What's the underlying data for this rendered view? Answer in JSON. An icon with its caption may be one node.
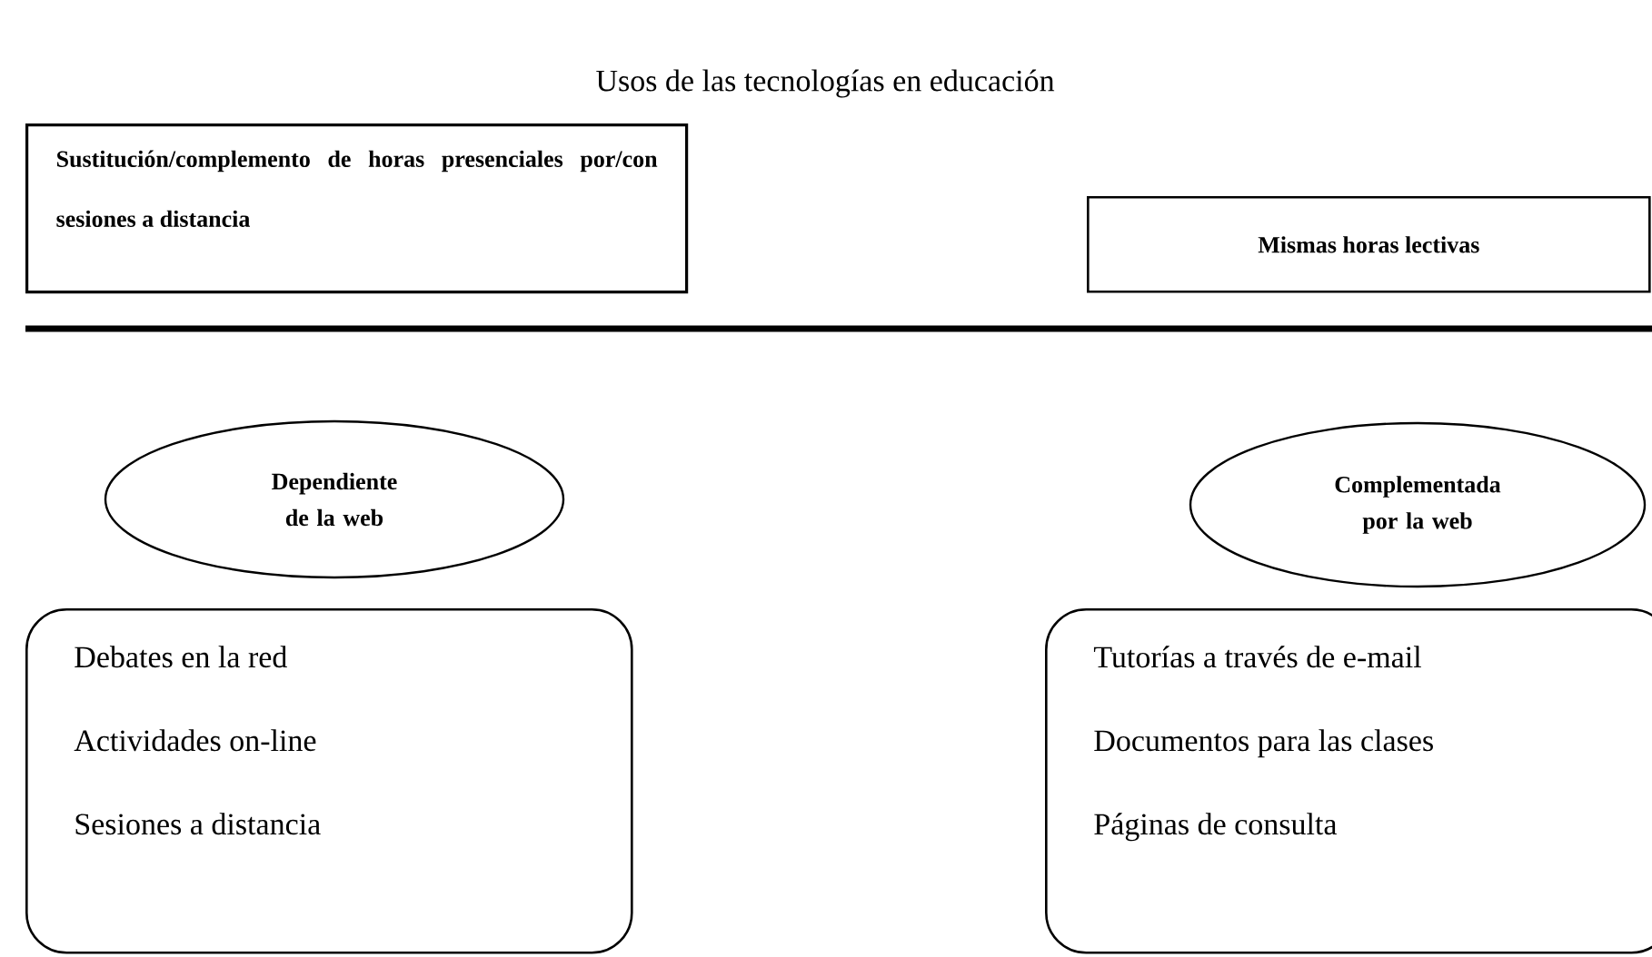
{
  "diagram": {
    "title": "Usos de las tecnologías en educación",
    "nodes": [
      {
        "text": [
          "Sustitución/complemento de horas presenciales por/con sesiones a distancia"
        ]
      },
      {
        "text": [
          "Mismas horas lectivas"
        ]
      },
      {
        "text": [
          "Dependiente de la web"
        ]
      },
      {
        "text": [
          "Complementada por la web"
        ]
      },
      {
        "text": [
          "Debates en la red",
          "Actividades on-line",
          "Sesiones a distancia"
        ]
      },
      {
        "text": [
          "Tutorías a través de e-mail",
          "Documentos para las clases",
          "Páginas de consulta"
        ]
      }
    ],
    "edges": []
  }
}
